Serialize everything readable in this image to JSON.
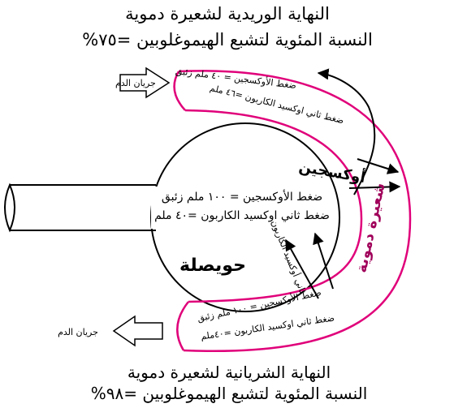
{
  "top_caption": {
    "line1": "النهاية الوريدية لشعيرة دموية",
    "line2": "النسبة المئوية لتشبع الهيموغلوبين =٧٥%"
  },
  "bottom_caption": {
    "line1": "النهاية الشريانية لشعيرة دموية",
    "line2": "النسبة المئوية لتشبع الهيموغلوبين =٩٨%"
  },
  "venous_end": {
    "oxygen": "ضغط الأوكسجين = ٤٠ ملم زئبق",
    "co2": "ضغط ثاني اوكسيد الكاربون =٤٦ ملم"
  },
  "arterial_end": {
    "oxygen": "ضغط الأوكسجين = ١٠٠ ملم زئبق",
    "co2": "ضغط ثاني اوكسيد الكاربون =٤٠ملم"
  },
  "alveolus": {
    "label": "حويصلة",
    "oxygen": "ضغط الأوكسجين = ١٠٠ ملم زئبق",
    "co2": "ضغط ثاني اوكسيد الكاربون =٤٠ ملم"
  },
  "gases": {
    "oxygen": "أوكسجين",
    "co2": "ثاني أوكسيد الكاربون"
  },
  "capillary_label": "شعيرة دموية",
  "blood_flow": "جريان الدم",
  "colors": {
    "capillary": "#e0007a",
    "capillary_label": "#a0005a",
    "ink": "#000000"
  }
}
